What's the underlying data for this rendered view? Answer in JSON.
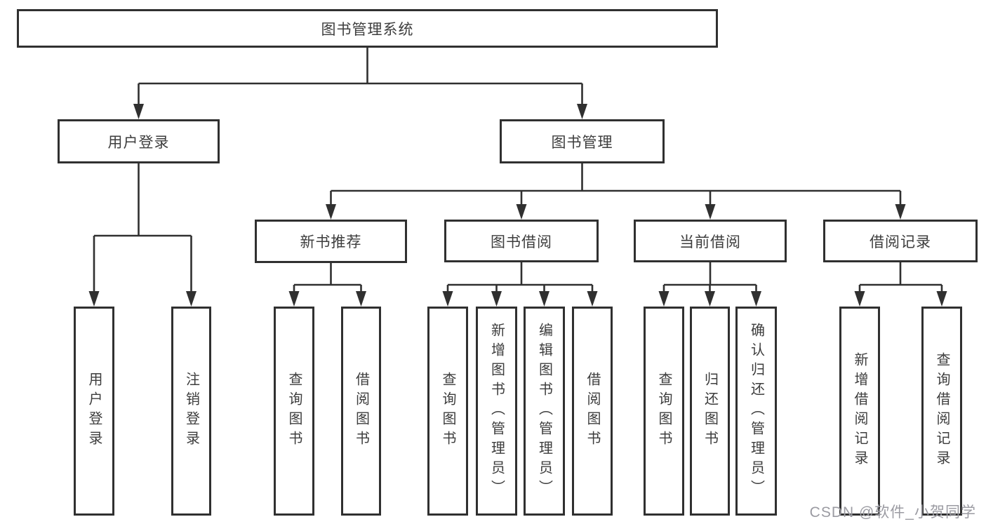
{
  "diagram": {
    "type": "hierarchy-tree",
    "tree": {
      "label": "图书管理系统",
      "children": [
        {
          "label": "用户登录",
          "children": [
            {
              "label": "用户登录"
            },
            {
              "label": "注销登录"
            }
          ]
        },
        {
          "label": "图书管理",
          "children": [
            {
              "label": "新书推荐",
              "children": [
                {
                  "label": "查询图书"
                },
                {
                  "label": "借阅图书"
                }
              ]
            },
            {
              "label": "图书借阅",
              "children": [
                {
                  "label": "查询图书"
                },
                {
                  "label": "新增图书（管理员）"
                },
                {
                  "label": "编辑图书（管理员）"
                },
                {
                  "label": "借阅图书"
                }
              ]
            },
            {
              "label": "当前借阅",
              "children": [
                {
                  "label": "查询图书"
                },
                {
                  "label": "归还图书"
                },
                {
                  "label": "确认归还（管理员）"
                }
              ]
            },
            {
              "label": "借阅记录",
              "children": [
                {
                  "label": "新增借阅记录"
                },
                {
                  "label": "查询借阅记录"
                }
              ]
            }
          ]
        }
      ]
    },
    "colors": {
      "line": "#303030",
      "box_border": "#303030",
      "box_fill": "#ffffff",
      "text": "#3d3d3d",
      "watermark": "#9b9ba2",
      "background": "#ffffff"
    }
  },
  "watermark": {
    "text": "CSDN @软件_小贺同学"
  }
}
